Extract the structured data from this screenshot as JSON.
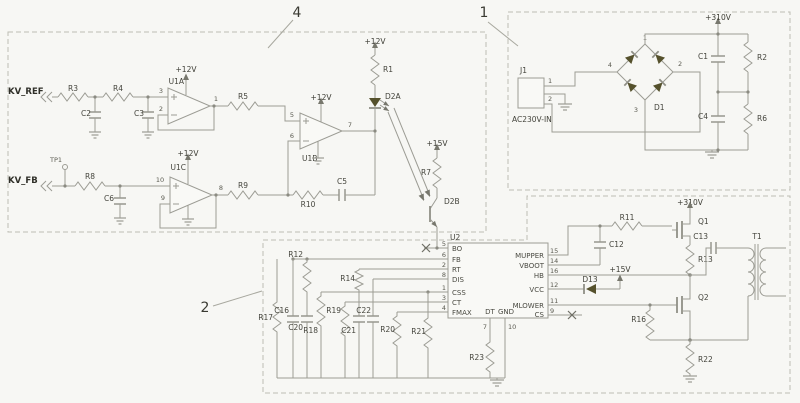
{
  "sections": {
    "s4": "4",
    "s1": "1",
    "s2": "2"
  },
  "power": {
    "p12v": "+12V",
    "p15v": "+15V",
    "p310v": "+310V"
  },
  "nets": {
    "kv_ref": "KV_REF",
    "kv_fb": "KV_FB",
    "tp1": "TP1",
    "ac_in": "AC230V-IN"
  },
  "parts": {
    "r1": "R1",
    "r2": "R2",
    "r3": "R3",
    "r4": "R4",
    "r5": "R5",
    "r6": "R6",
    "r7": "R7",
    "r8": "R8",
    "r9": "R9",
    "r10": "R10",
    "r11": "R11",
    "r12": "R12",
    "r13": "R13",
    "r14": "R14",
    "r16": "R16",
    "r17": "R17",
    "r18": "R18",
    "r19": "R19",
    "r20": "R20",
    "r21": "R21",
    "r22": "R22",
    "r23": "R23",
    "c1": "C1",
    "c2": "C2",
    "c3": "C3",
    "c4": "C4",
    "c5": "C5",
    "c6": "C6",
    "c12": "C12",
    "c13": "C13",
    "c16": "C16",
    "c20": "C20",
    "c21": "C21",
    "c22": "C22",
    "u1a": "U1A",
    "u1b": "U1B",
    "u1c": "U1C",
    "u2": "U2",
    "d1": "D1",
    "d2a": "D2A",
    "d2b": "D2B",
    "d13": "D13",
    "q1": "Q1",
    "q2": "Q2",
    "t1": "T1",
    "j1": "J1"
  },
  "u2_pins": {
    "left": [
      {
        "n": "5",
        "l": "BO"
      },
      {
        "n": "6",
        "l": "FB"
      },
      {
        "n": "2",
        "l": "RT"
      },
      {
        "n": "8",
        "l": "DIS"
      },
      {
        "n": "1",
        "l": "CSS"
      },
      {
        "n": "3",
        "l": "CT"
      },
      {
        "n": "4",
        "l": "FMAX"
      }
    ],
    "right": [
      {
        "n": "15",
        "l": "MUPPER"
      },
      {
        "n": "14",
        "l": "VBOOT"
      },
      {
        "n": "16",
        "l": "HB"
      },
      {
        "n": "12",
        "l": "VCC"
      },
      {
        "n": "11",
        "l": "MLOWER"
      },
      {
        "n": "9",
        "l": "CS"
      }
    ],
    "bottom": [
      {
        "n": "7",
        "l": "DT"
      },
      {
        "n": "10",
        "l": "GND"
      }
    ]
  },
  "opamp_pins": {
    "u1a": {
      "inp": "3",
      "inn": "2",
      "out": "1"
    },
    "u1b": {
      "inp": "5",
      "inn": "6",
      "out": "7"
    },
    "u1c": {
      "inp": "10",
      "inn": "9",
      "out": "8"
    }
  },
  "bridge_pins": {
    "p1": "1",
    "p2": "2",
    "p3": "3",
    "p4": "4"
  },
  "j1_pins": {
    "p1": "1",
    "p2": "2"
  }
}
